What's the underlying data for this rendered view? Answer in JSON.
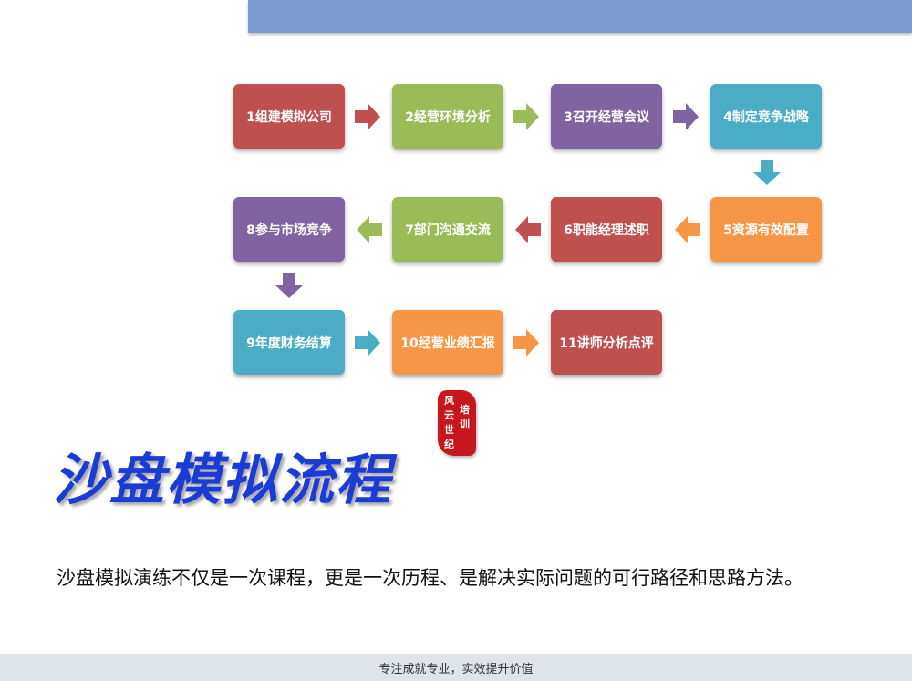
{
  "steps": [
    {
      "label": "1组建模拟公司",
      "color": "#c0504d"
    },
    {
      "label": "2经营环境分析",
      "color": "#9bbb59"
    },
    {
      "label": "3召开经营会议",
      "color": "#8064a2"
    },
    {
      "label": "4制定竞争战略",
      "color": "#4bacc6"
    },
    {
      "label": "5资源有效配置",
      "color": "#f79646"
    },
    {
      "label": "6职能经理述职",
      "color": "#c0504d"
    },
    {
      "label": "7部门沟通交流",
      "color": "#9bbb59"
    },
    {
      "label": "8参与市场竞争",
      "color": "#8064a2"
    },
    {
      "label": "9年度财务结算",
      "color": "#4bacc6"
    },
    {
      "label": "10经营业绩汇报",
      "color": "#f79646"
    },
    {
      "label": "11讲师分析点评",
      "color": "#c0504d"
    }
  ],
  "seal": {
    "chars": [
      "风",
      "云",
      "世",
      "纪",
      "培",
      "训"
    ]
  },
  "title": "沙盘模拟流程",
  "description": "沙盘模拟演练不仅是一次课程，更是一次历程、是解决实际问题的可行路径和思路方法。",
  "footer": "专注成就专业，实效提升价值"
}
